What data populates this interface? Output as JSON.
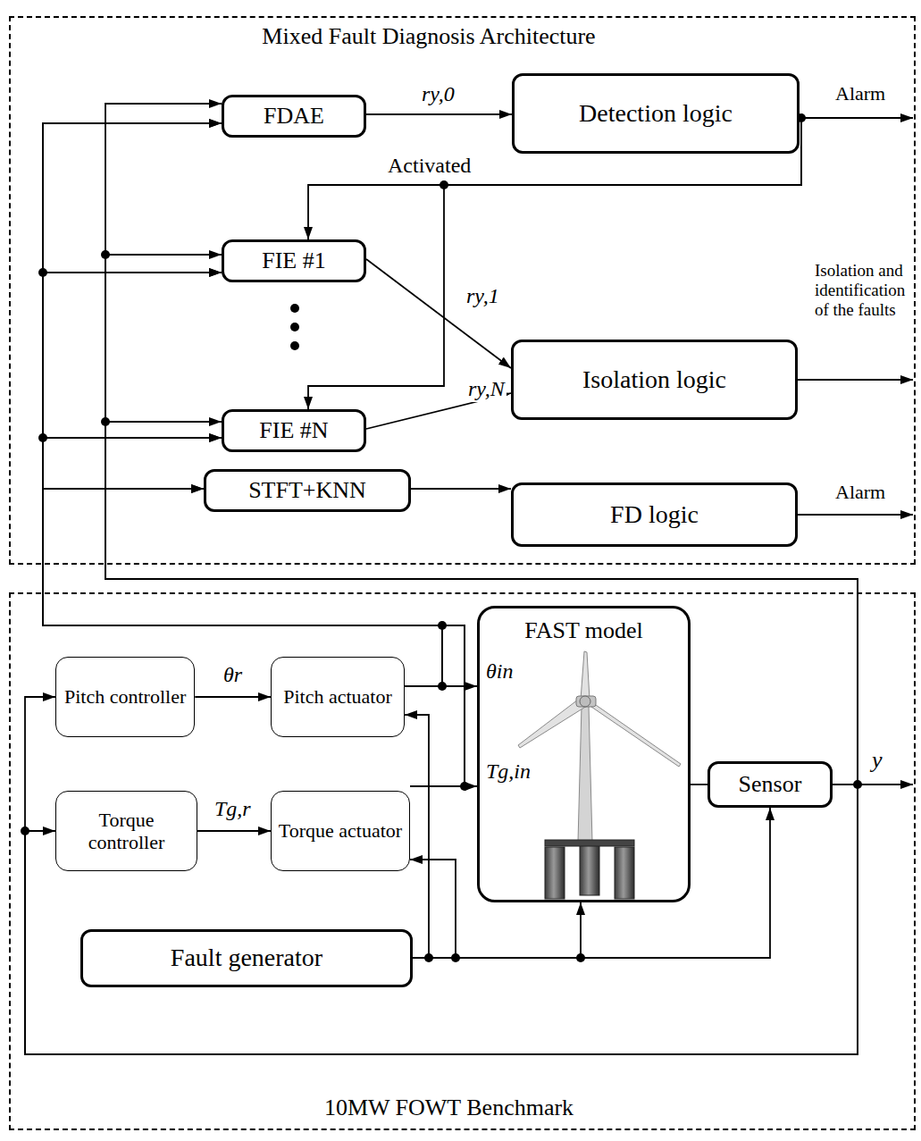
{
  "diagram": {
    "nodes": [
      {
        "text": [
          "Mixed Fault Diagnosis Architecture"
        ]
      },
      {
        "text": [
          "FDAE"
        ],
        "in": 0
      },
      {
        "text": [
          "Detection logic"
        ],
        "in": 0
      },
      {
        "text": [
          "FIE #1"
        ],
        "in": 0
      },
      {
        "text": [
          "Isolation logic"
        ],
        "in": 0
      },
      {
        "text": [
          "FIE #N"
        ],
        "in": 0
      },
      {
        "text": [
          "STFT+KNN"
        ],
        "in": 0
      },
      {
        "text": [
          "FD logic"
        ],
        "in": 0
      },
      {
        "text": [
          "10MW FOWT Benchmark"
        ]
      },
      {
        "text": [
          "Pitch controller"
        ],
        "in": 8
      },
      {
        "text": [
          "Pitch actuator"
        ],
        "in": 8
      },
      {
        "text": [
          "FAST model"
        ],
        "in": 8
      },
      {
        "text": [
          "Torque controller"
        ],
        "in": 8
      },
      {
        "text": [
          "Torque actuator"
        ],
        "in": 8
      },
      {
        "text": [
          "Sensor"
        ],
        "in": 8
      },
      {
        "text": [
          "Fault generator"
        ],
        "in": 8
      }
    ],
    "edges": [
      {
        "from": 1,
        "to": 2,
        "label": "ry,0",
        "arrow": "to"
      },
      {
        "from": 2,
        "to": 3,
        "label": "Activated",
        "arrow": "to"
      },
      {
        "from": 2,
        "to": 5,
        "arrow": "to"
      },
      {
        "from": 3,
        "to": 4,
        "label": "ry,1",
        "arrow": "to"
      },
      {
        "from": 5,
        "to": 4,
        "label": "ry,N",
        "arrow": "to"
      },
      {
        "from": 6,
        "to": 7,
        "arrow": "to"
      },
      {
        "from": 9,
        "to": 10,
        "label": "θr",
        "arrow": "to"
      },
      {
        "from": 12,
        "to": 13,
        "label": "Tg,r",
        "arrow": "to"
      },
      {
        "from": 10,
        "to": 11,
        "label": "θin",
        "arrow": "to"
      },
      {
        "from": 13,
        "to": 11,
        "label": "Tg,in",
        "arrow": "to"
      },
      {
        "from": 11,
        "to": 14,
        "arrow": "none"
      },
      {
        "from": 15,
        "to": 10,
        "arrow": "to"
      },
      {
        "from": 15,
        "to": 13,
        "arrow": "to"
      },
      {
        "from": 15,
        "to": 11,
        "arrow": "to"
      },
      {
        "from": 15,
        "to": 14,
        "arrow": "to"
      },
      {
        "from": 14,
        "to": 9,
        "arrow": "to"
      },
      {
        "from": 14,
        "to": 12,
        "arrow": "to"
      },
      {
        "from": 10,
        "to": 1,
        "arrow": "to"
      },
      {
        "from": 10,
        "to": 3,
        "arrow": "to"
      },
      {
        "from": 10,
        "to": 5,
        "arrow": "to"
      },
      {
        "from": 10,
        "to": 6,
        "arrow": "to"
      },
      {
        "from": 13,
        "to": 1,
        "arrow": "to"
      },
      {
        "from": 13,
        "to": 3,
        "arrow": "to"
      },
      {
        "from": 13,
        "to": 5,
        "arrow": "to"
      },
      {
        "from": 13,
        "to": 6,
        "arrow": "to"
      },
      {
        "from": 14,
        "to": 1,
        "arrow": "to"
      },
      {
        "from": 14,
        "to": 3,
        "arrow": "to"
      },
      {
        "from": 14,
        "to": 5,
        "arrow": "to"
      }
    ],
    "labels": [
      "Alarm",
      "Isolation and identification of the faults",
      "Alarm",
      "y"
    ]
  }
}
